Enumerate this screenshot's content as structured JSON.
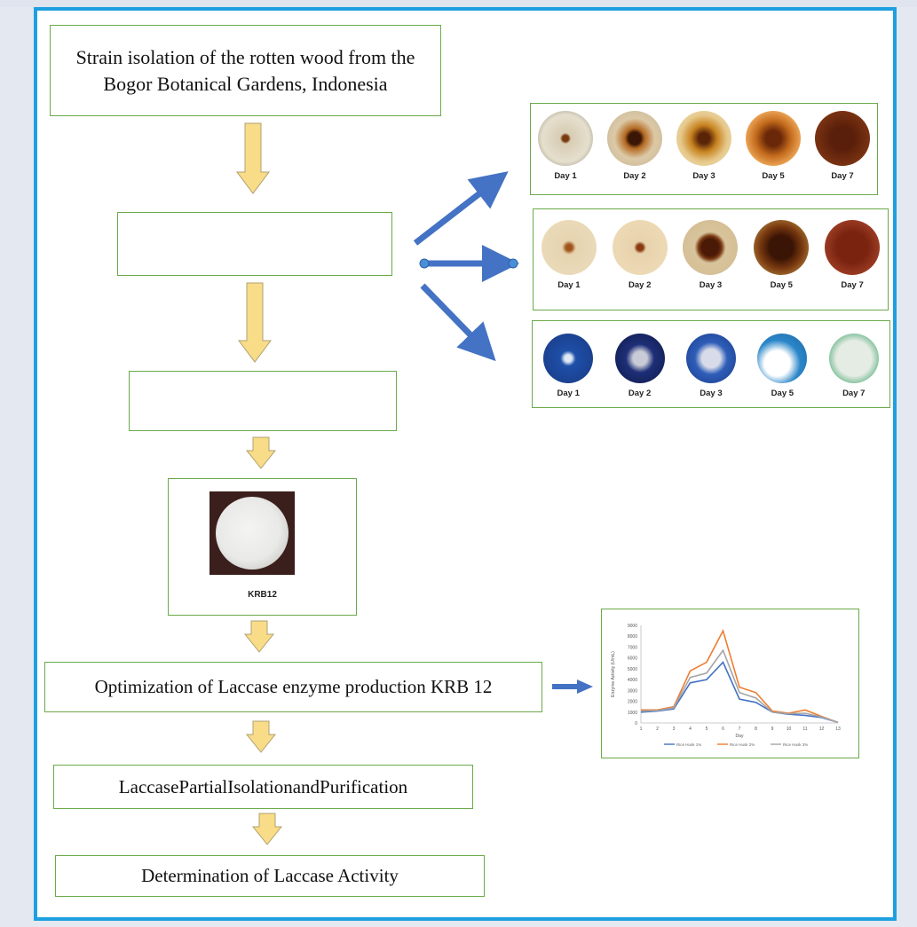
{
  "steps": {
    "isolation": "Strain isolation of the rotten wood from the Bogor Botanical Gardens, Indonesia",
    "screening_1": "",
    "screening_2": "",
    "selected_label": "KRB12",
    "optimization": "Optimization of Laccase enzyme production KRB 12",
    "purification": "LaccasePartialIsolationandPurification",
    "activity": "Determination of Laccase Activity"
  },
  "panels": [
    {
      "days": [
        "Day 1",
        "Day 2",
        "Day 3",
        "Day 5",
        "Day 7"
      ]
    },
    {
      "days": [
        "Day 1",
        "Day 2",
        "Day 3",
        "Day 5",
        "Day 7"
      ]
    },
    {
      "days": [
        "Day 1",
        "Day 2",
        "Day 3",
        "Day 5",
        "Day 7"
      ]
    }
  ],
  "colors": {
    "frame": "#1ea0e0",
    "box_border": "#6aaa4a",
    "flow_arrow": "#f8dc88",
    "branch_arrow": "#4472c4",
    "series": [
      "#4472c4",
      "#ed7d31",
      "#a5a5a5"
    ]
  },
  "chart_data": {
    "type": "line",
    "x": [
      1,
      2,
      3,
      4,
      5,
      6,
      7,
      8,
      9,
      10,
      11,
      12,
      13
    ],
    "series": [
      {
        "name": "",
        "values": [
          1000,
          1100,
          1300,
          3700,
          4000,
          5600,
          2200,
          1900,
          1000,
          800,
          700,
          500,
          50
        ]
      },
      {
        "name": "",
        "values": [
          1200,
          1200,
          1500,
          4800,
          5600,
          8500,
          3300,
          2800,
          1100,
          900,
          1200,
          600,
          50
        ]
      },
      {
        "name": "",
        "values": [
          1100,
          1150,
          1400,
          4200,
          4600,
          6700,
          2800,
          2300,
          1000,
          850,
          900,
          550,
          50
        ]
      }
    ],
    "ylim": [
      0,
      9000
    ],
    "yticks": [
      0,
      1000,
      2000,
      3000,
      4000,
      5000,
      6000,
      7000,
      8000,
      9000
    ],
    "xlabel": "Day",
    "ylabel": "Enzyme Activity (U/mL)",
    "legend": [
      "Rice Husk 1%",
      "Rice Husk 2%",
      "Rice Husk 3%"
    ]
  }
}
